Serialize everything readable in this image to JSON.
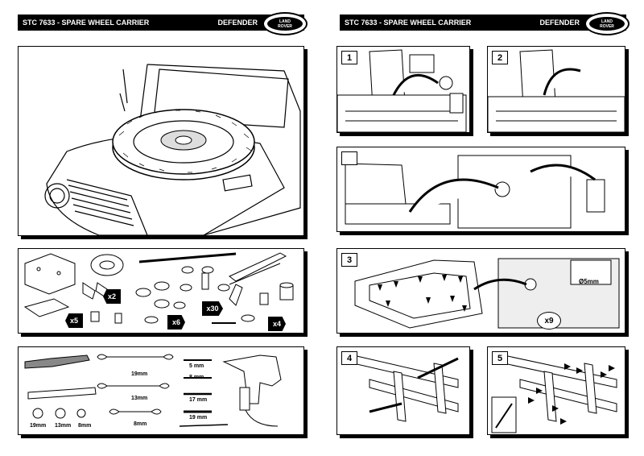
{
  "header": {
    "title": "STC 7633 - SPARE WHEEL CARRIER",
    "model": "DEFENDER",
    "logo_line1": "LAND",
    "logo_line2": "ROVER"
  },
  "parts": {
    "qty_x2": "x2",
    "qty_x5": "x5",
    "qty_x6": "x6",
    "qty_x30": "x30",
    "qty_x4": "x4"
  },
  "tools": {
    "spanner_19": "19mm",
    "spanner_13": "13mm",
    "spanner_8": "8mm",
    "drill_5": "5 mm",
    "drill_8": "8 mm",
    "drill_17": "17 mm",
    "drill_19": "19 mm",
    "socket_19": "19mm",
    "socket_13": "13mm",
    "socket_8": "8mm"
  },
  "steps": {
    "s1": "1",
    "s2": "2",
    "s3": "3",
    "s4": "4",
    "s5": "5",
    "drill_size": "Ø5mm",
    "qty_x9": "x9"
  },
  "colors": {
    "ink": "#000000",
    "paper": "#ffffff",
    "shade": "#d8d8d8"
  }
}
